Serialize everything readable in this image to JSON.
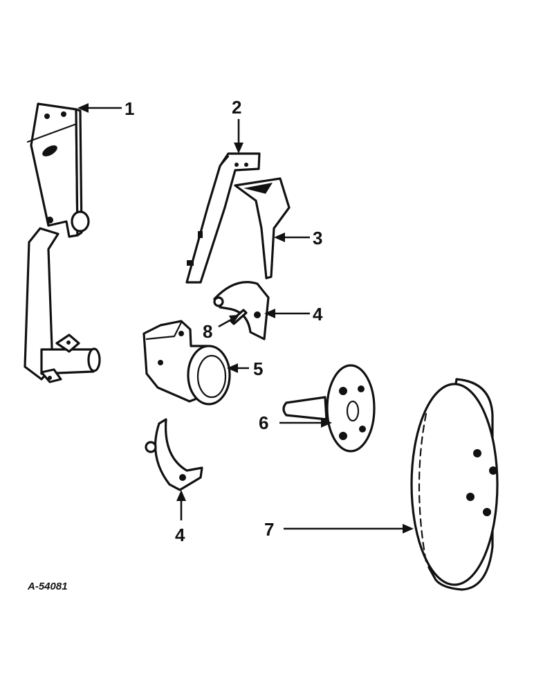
{
  "figure_id": "A-54081",
  "callouts": {
    "c1": "1",
    "c2": "2",
    "c3": "3",
    "c4a": "4",
    "c4b": "4",
    "c5": "5",
    "c6": "6",
    "c7": "7",
    "c8": "8"
  },
  "colors": {
    "ink": "#111111",
    "paper": "#ffffff"
  }
}
